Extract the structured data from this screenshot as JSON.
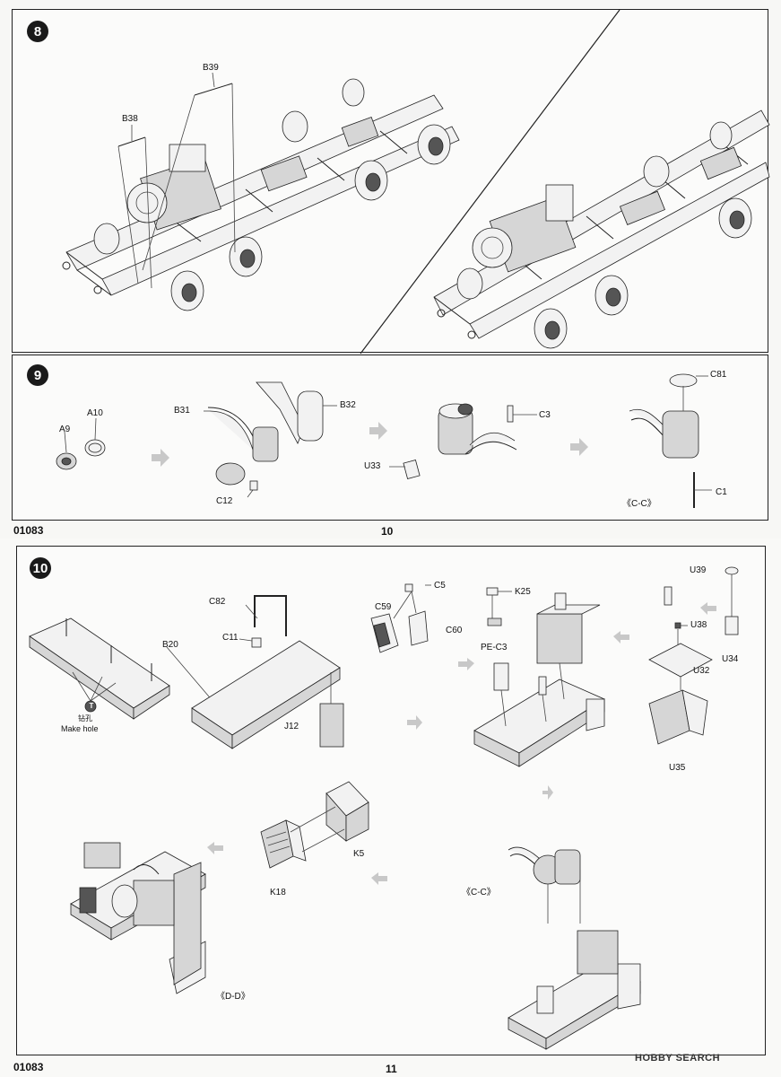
{
  "top_page": {
    "product_code": "01083",
    "page_number": "10",
    "step8": {
      "number": "8",
      "parts": [
        "B39",
        "B38"
      ]
    },
    "step9": {
      "number": "9",
      "parts": [
        "A10",
        "A9",
        "B31",
        "B32",
        "C12",
        "C3",
        "U33",
        "C81",
        "C1"
      ],
      "subassembly": "《C-C》"
    }
  },
  "bottom_page": {
    "product_code": "01083",
    "page_number": "11",
    "step10": {
      "number": "10",
      "parts": [
        "C82",
        "C11",
        "B20",
        "J12",
        "C5",
        "C59",
        "C60",
        "K25",
        "PE-C3",
        "U39",
        "U38",
        "U34",
        "U32",
        "U35",
        "K5",
        "K18"
      ],
      "hole_chinese": "钻孔",
      "hole_label": "Make hole",
      "hole_marker": "T",
      "subassembly_cc": "《C-C》",
      "subassembly_dd": "《D-D》"
    },
    "watermark": "HOBBY SEARCH"
  }
}
